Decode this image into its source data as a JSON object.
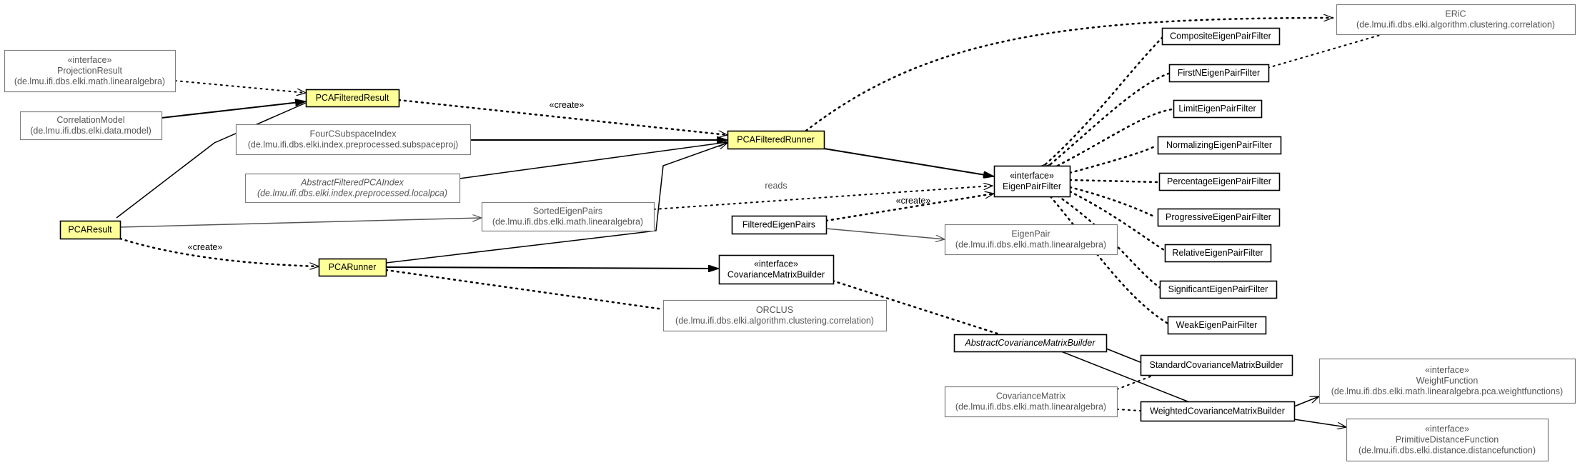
{
  "colors": {
    "highlight_fill": "#ffff99",
    "edge": "#000000",
    "faded_border": "#808080",
    "faded_text": "#555555"
  },
  "nodes": [
    {
      "id": "eric",
      "lines": [
        "ERiC",
        "(de.lmu.ifi.dbs.elki.algorithm.clustering.correlation)"
      ],
      "style": "faded",
      "kind": "class"
    },
    {
      "id": "composite-filter",
      "lines": [
        "CompositeEigenPairFilter"
      ],
      "style": "normal",
      "kind": "class"
    },
    {
      "id": "firstn-filter",
      "lines": [
        "FirstNEigenPairFilter"
      ],
      "style": "normal",
      "kind": "class"
    },
    {
      "id": "limit-filter",
      "lines": [
        "LimitEigenPairFilter"
      ],
      "style": "normal",
      "kind": "class"
    },
    {
      "id": "normalizing-filter",
      "lines": [
        "NormalizingEigenPairFilter"
      ],
      "style": "normal",
      "kind": "class"
    },
    {
      "id": "percentage-filter",
      "lines": [
        "PercentageEigenPairFilter"
      ],
      "style": "normal",
      "kind": "class"
    },
    {
      "id": "progressive-filter",
      "lines": [
        "ProgressiveEigenPairFilter"
      ],
      "style": "normal",
      "kind": "class"
    },
    {
      "id": "relative-filter",
      "lines": [
        "RelativeEigenPairFilter"
      ],
      "style": "normal",
      "kind": "class"
    },
    {
      "id": "significant-filter",
      "lines": [
        "SignificantEigenPairFilter"
      ],
      "style": "normal",
      "kind": "class"
    },
    {
      "id": "weak-filter",
      "lines": [
        "WeakEigenPairFilter"
      ],
      "style": "normal",
      "kind": "class"
    },
    {
      "id": "projection-result",
      "lines": [
        "«interface»",
        "ProjectionResult",
        "(de.lmu.ifi.dbs.elki.math.linearalgebra)"
      ],
      "style": "faded",
      "kind": "interface"
    },
    {
      "id": "correlation-model",
      "lines": [
        "CorrelationModel",
        "(de.lmu.ifi.dbs.elki.data.model)"
      ],
      "style": "faded",
      "kind": "class"
    },
    {
      "id": "pca-filtered-result",
      "lines": [
        "PCAFilteredResult"
      ],
      "style": "highlight",
      "kind": "class"
    },
    {
      "id": "fourc-index",
      "lines": [
        "FourCSubspaceIndex",
        "(de.lmu.ifi.dbs.elki.index.preprocessed.subspaceproj)"
      ],
      "style": "faded",
      "kind": "class"
    },
    {
      "id": "pca-filtered-runner",
      "lines": [
        "PCAFilteredRunner"
      ],
      "style": "highlight",
      "kind": "class"
    },
    {
      "id": "abstract-filtered-pca-index",
      "lines": [
        "AbstractFilteredPCAIndex",
        "(de.lmu.ifi.dbs.elki.index.preprocessed.localpca)"
      ],
      "style": "faded",
      "kind": "abstract"
    },
    {
      "id": "eigenpair-filter",
      "lines": [
        "«interface»",
        "EigenPairFilter"
      ],
      "style": "normal",
      "kind": "interface"
    },
    {
      "id": "pca-result",
      "lines": [
        "PCAResult"
      ],
      "style": "highlight",
      "kind": "class"
    },
    {
      "id": "sorted-eigenpairs",
      "lines": [
        "SortedEigenPairs",
        "(de.lmu.ifi.dbs.elki.math.linearalgebra)"
      ],
      "style": "faded",
      "kind": "class"
    },
    {
      "id": "filtered-eigenpairs",
      "lines": [
        "FilteredEigenPairs"
      ],
      "style": "normal",
      "kind": "class"
    },
    {
      "id": "eigenpair",
      "lines": [
        "EigenPair",
        "(de.lmu.ifi.dbs.elki.math.linearalgebra)"
      ],
      "style": "faded",
      "kind": "class"
    },
    {
      "id": "pca-runner",
      "lines": [
        "PCARunner"
      ],
      "style": "highlight",
      "kind": "class"
    },
    {
      "id": "covariance-matrix-builder",
      "lines": [
        "«interface»",
        "CovarianceMatrixBuilder"
      ],
      "style": "normal",
      "kind": "interface"
    },
    {
      "id": "orclus",
      "lines": [
        "ORCLUS",
        "(de.lmu.ifi.dbs.elki.algorithm.clustering.correlation)"
      ],
      "style": "faded",
      "kind": "class"
    },
    {
      "id": "abstract-covariance-matrix-builder",
      "lines": [
        "AbstractCovarianceMatrixBuilder"
      ],
      "style": "normal",
      "kind": "abstract"
    },
    {
      "id": "standard-covariance-matrix-builder",
      "lines": [
        "StandardCovarianceMatrixBuilder"
      ],
      "style": "normal",
      "kind": "class"
    },
    {
      "id": "weight-function",
      "lines": [
        "«interface»",
        "WeightFunction",
        "(de.lmu.ifi.dbs.elki.math.linearalgebra.pca.weightfunctions)"
      ],
      "style": "faded",
      "kind": "interface"
    },
    {
      "id": "covariance-matrix",
      "lines": [
        "CovarianceMatrix",
        "(de.lmu.ifi.dbs.elki.math.linearalgebra)"
      ],
      "style": "faded",
      "kind": "class"
    },
    {
      "id": "weighted-covariance-matrix-builder",
      "lines": [
        "WeightedCovarianceMatrixBuilder"
      ],
      "style": "normal",
      "kind": "class"
    },
    {
      "id": "primitive-distance-function",
      "lines": [
        "«interface»",
        "PrimitiveDistanceFunction",
        "(de.lmu.ifi.dbs.elki.distance.distancefunction)"
      ],
      "style": "faded",
      "kind": "interface"
    }
  ],
  "edge_labels": {
    "create_filtered": "«create»",
    "reads": "reads",
    "create_filter": "«create»",
    "create_runner": "«create»"
  }
}
